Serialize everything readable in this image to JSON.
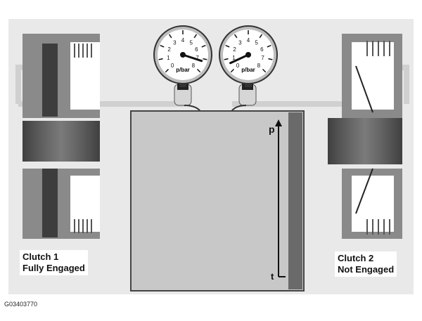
{
  "figure_code": "G03403770",
  "clutch1": {
    "line1": "Clutch 1",
    "line2": "Fully Engaged"
  },
  "clutch2": {
    "line1": "Clutch 2",
    "line2": "Not Engaged"
  },
  "gauge_unit": "p/bar",
  "gauge_ticks": [
    "0",
    "1",
    "2",
    "3",
    "4",
    "5",
    "6",
    "7",
    "8"
  ],
  "gauge1_value": 7.2,
  "gauge2_value": 0.6,
  "graph": {
    "y_axis": "p",
    "x_axis": "t"
  },
  "colors": {
    "background": "#e9e9e9",
    "metal_dark": "#474747",
    "metal_mid": "#8c8c8c",
    "screen": "#c8c8c8",
    "line": "#d2d2d2"
  }
}
